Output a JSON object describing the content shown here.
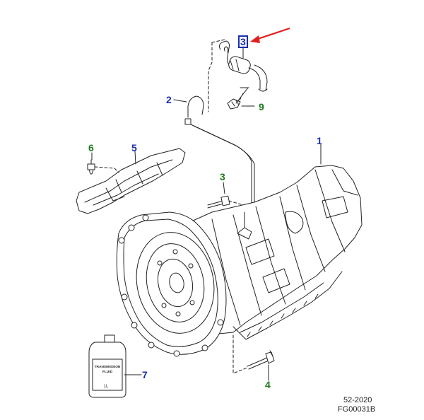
{
  "callouts": [
    {
      "id": "1",
      "color": "blue"
    },
    {
      "id": "2",
      "color": "blue"
    },
    {
      "id": "3",
      "color": "blue",
      "highlighted": true
    },
    {
      "id": "3",
      "color": "green"
    },
    {
      "id": "4",
      "color": "green"
    },
    {
      "id": "5",
      "color": "blue"
    },
    {
      "id": "6",
      "color": "green"
    },
    {
      "id": "7",
      "color": "blue"
    },
    {
      "id": "9",
      "color": "green"
    }
  ],
  "bottle": {
    "label_line1": "TRANSMISSION",
    "label_line2": "FLUID",
    "volume": "1L"
  },
  "reference": {
    "line1": "52-2020",
    "line2": "FG00031B"
  },
  "colors": {
    "callout_blue": "#1a2fb0",
    "callout_green": "#1f7a1f",
    "highlight_box": "#1a2fb0",
    "pointer_arrow": "#e02020",
    "line_art": "#222222"
  }
}
